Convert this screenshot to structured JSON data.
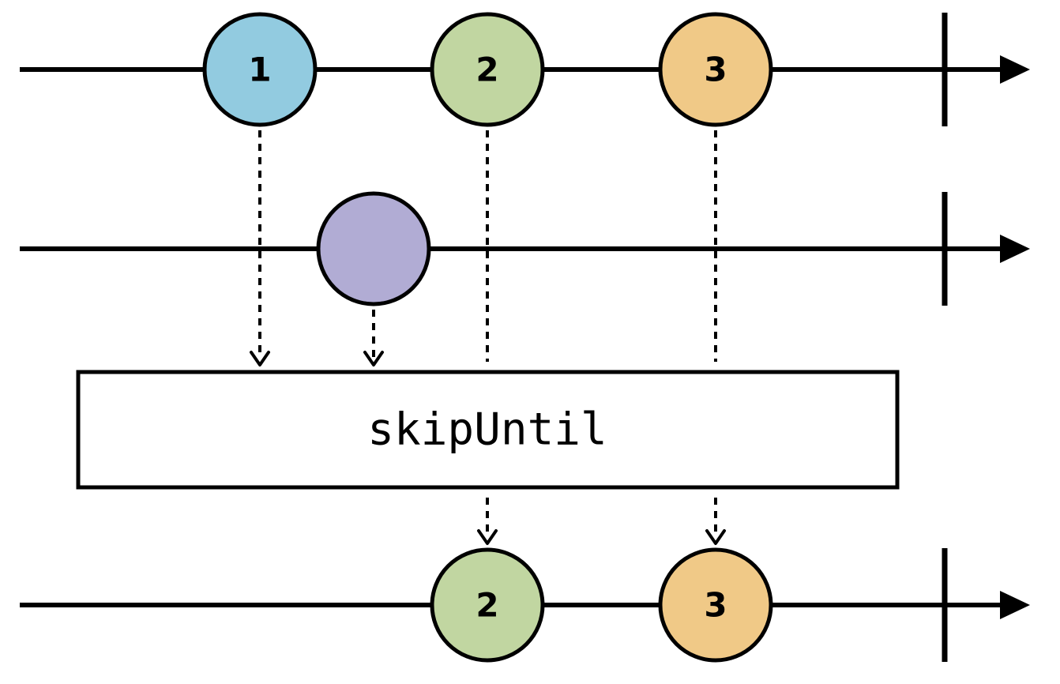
{
  "operator": {
    "name": "skipUntil"
  },
  "streams": {
    "source": {
      "marbles": [
        {
          "label": "1",
          "color": "#92cbe0"
        },
        {
          "label": "2",
          "color": "#c1d6a1"
        },
        {
          "label": "3",
          "color": "#f0c987"
        }
      ]
    },
    "notifier": {
      "marbles": [
        {
          "label": "",
          "color": "#b1acd4"
        }
      ]
    },
    "output": {
      "marbles": [
        {
          "label": "2",
          "color": "#c1d6a1"
        },
        {
          "label": "3",
          "color": "#f0c987"
        }
      ]
    }
  }
}
